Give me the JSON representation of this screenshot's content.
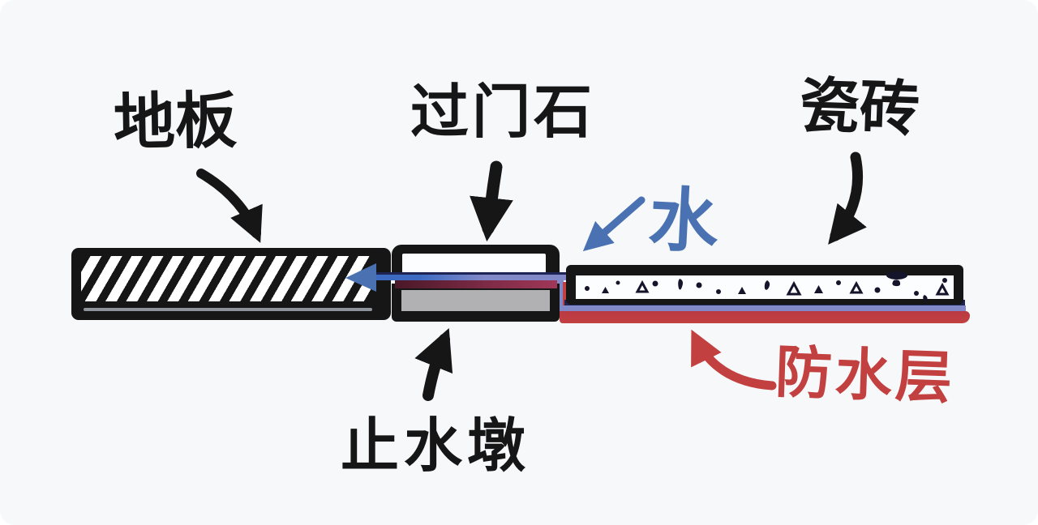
{
  "diagram": {
    "type": "construction-cross-section",
    "labels": {
      "floor": "地板",
      "threshold_stone": "过门石",
      "tile": "瓷砖",
      "water": "水",
      "waterproof_layer": "防水层",
      "water_stop_pier": "止水墩"
    },
    "colors": {
      "background": "#f6f8fa",
      "ink": "#161616",
      "water_blue": "#4a72b2",
      "waterproof_red": "#c2403f",
      "layer_navy": "#1e2454",
      "layer_periwinkle": "#8289c8",
      "layer_maroon_dark": "#4a1828",
      "layer_maroon_mid": "#7c2a45",
      "layer_maroon_light": "#a03758",
      "pier_gray": "#b1b0b3",
      "stone_white": "#fcfdff"
    }
  }
}
